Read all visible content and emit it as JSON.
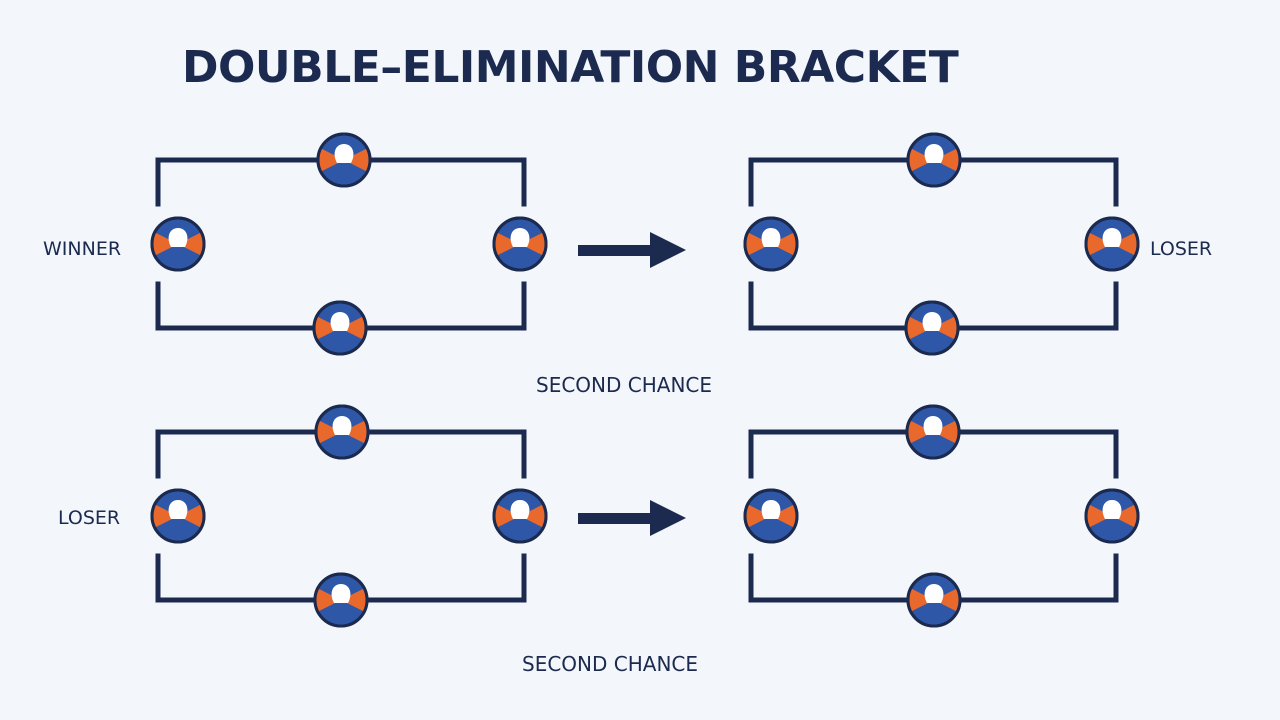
{
  "title": "DOUBLE–ELIMINATION BRACKET",
  "labels": {
    "top_left": "WINNER",
    "top_right": "LOSER",
    "bottom_left": "LOSER"
  },
  "captions": {
    "upper": "SECOND CHANCE",
    "lower": "SECOND CHANCE"
  },
  "colors": {
    "navy": "#1b2a4e",
    "blue": "#2f57a8",
    "orange": "#e9682b",
    "white": "#ffffff",
    "background": "#f3f7fb"
  },
  "brackets": [
    {
      "name": "bracket-top-left",
      "players": 4
    },
    {
      "name": "bracket-top-right",
      "players": 4
    },
    {
      "name": "bracket-bottom-left",
      "players": 4
    },
    {
      "name": "bracket-bottom-right",
      "players": 4
    }
  ],
  "player_icon": "player-avatar-icon",
  "arrow_icon": "arrow-right-icon"
}
